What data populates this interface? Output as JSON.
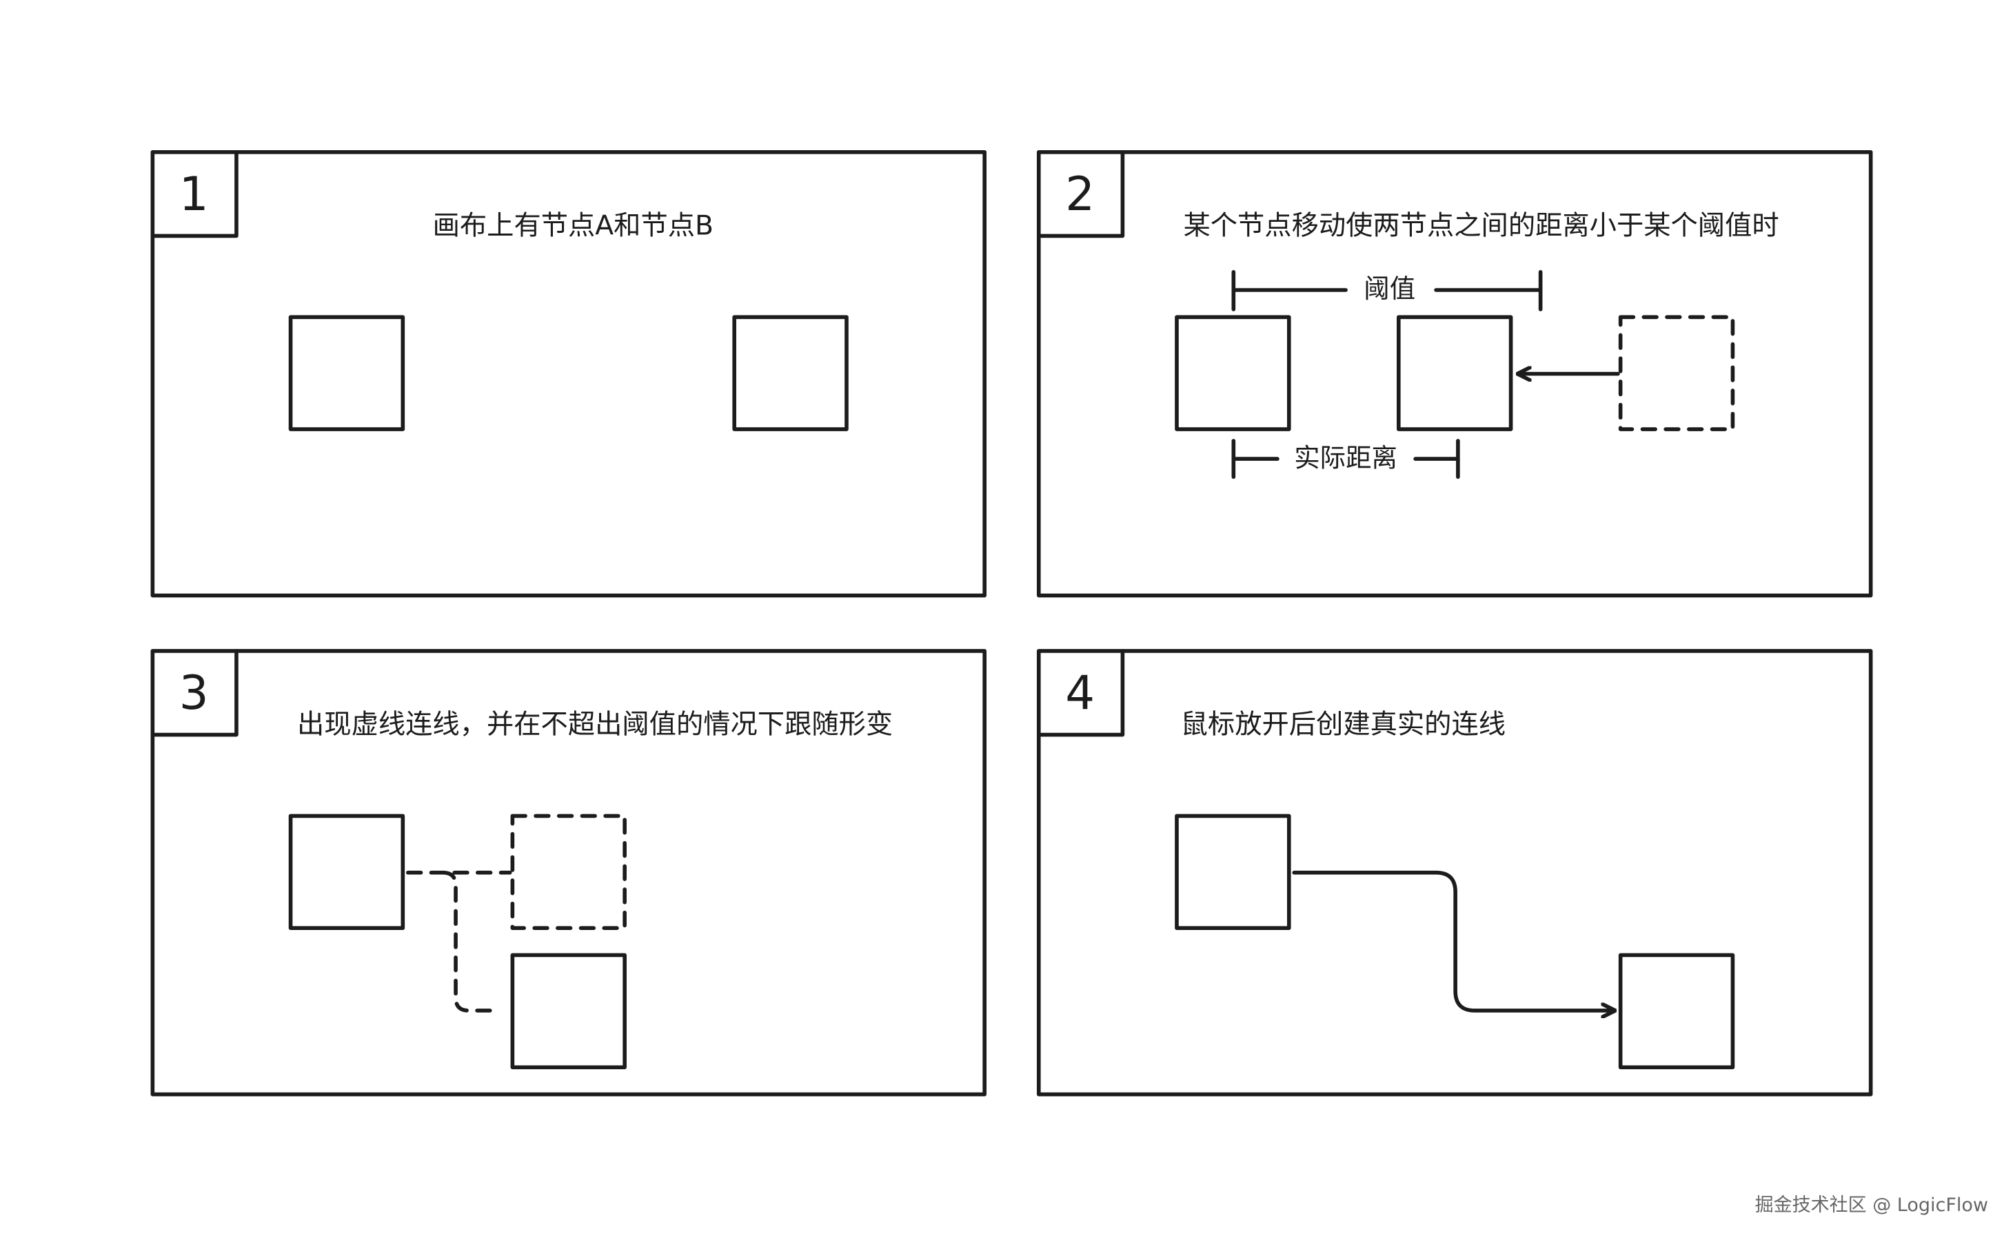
{
  "panels": [
    {
      "number": "1",
      "caption": "画布上有节点A和节点B"
    },
    {
      "number": "2",
      "caption": "某个节点移动使两节点之间的距离小于某个阈值时",
      "threshold_label": "阈值",
      "distance_label": "实际距离"
    },
    {
      "number": "3",
      "caption": "出现虚线连线，并在不超出阈值的情况下跟随形变"
    },
    {
      "number": "4",
      "caption": "鼠标放开后创建真实的连线"
    }
  ],
  "watermark": "掘金技术社区 @ LogicFlow",
  "colors": {
    "stroke": "#1c1c1c",
    "background": "#ffffff"
  }
}
